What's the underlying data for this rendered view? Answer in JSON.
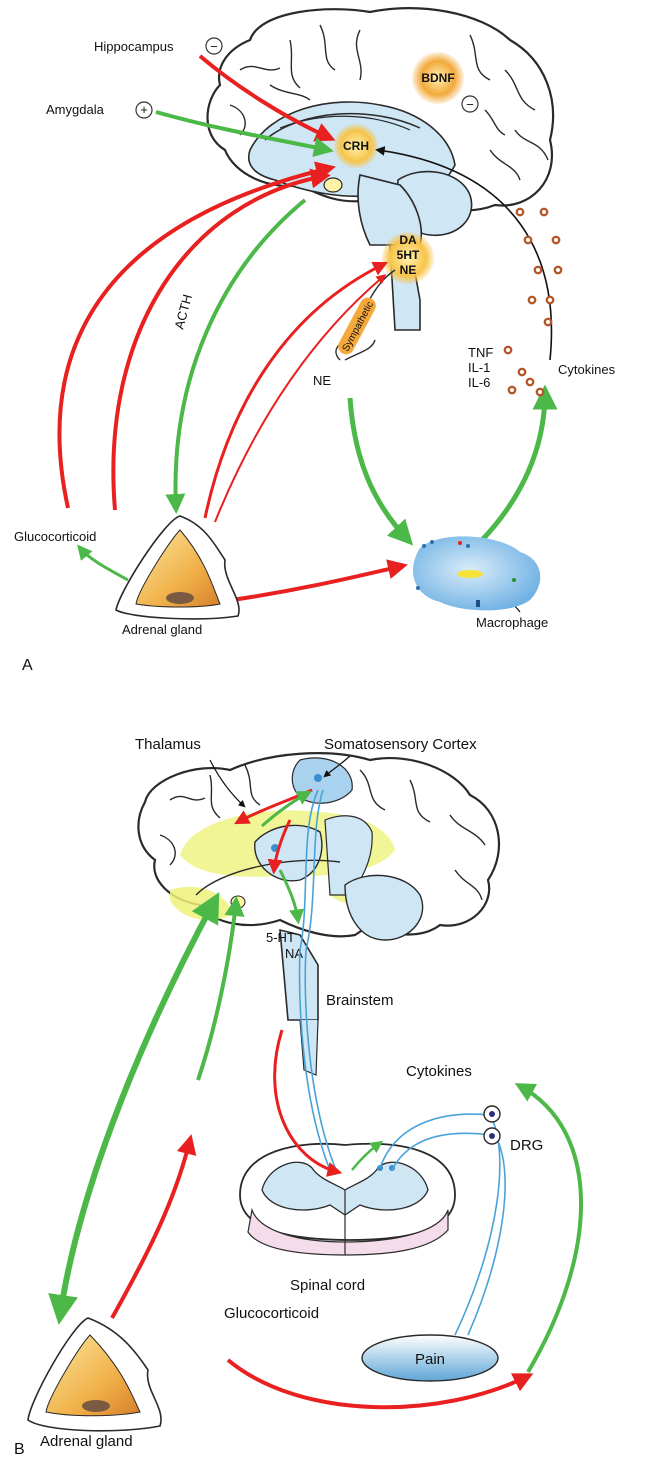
{
  "panel_a": {
    "letter": "A",
    "labels": {
      "hippocampus": "Hippocampus",
      "hippocampus_sign": "−",
      "amygdala": "Amygdala",
      "amygdala_sign": "+",
      "bdnf": "BDNF",
      "bdnf_sign": "−",
      "crh": "CRH",
      "da": "DA",
      "ht5": "5HT",
      "ne_node": "NE",
      "acth": "ACTH",
      "sympathetic": "Sympathetic",
      "ne": "NE",
      "tnf": "TNF",
      "il1": "IL-1",
      "il6": "IL-6",
      "cytokines": "Cytokines",
      "glucocorticoid": "Glucocorticoid",
      "adrenal_gland": "Adrenal gland",
      "macrophage": "Macrophage"
    }
  },
  "panel_b": {
    "letter": "B",
    "labels": {
      "thalamus": "Thalamus",
      "somatosensory_cortex": "Somatosensory Cortex",
      "ht5": "5-HT",
      "na": "NA",
      "brainstem": "Brainstem",
      "cytokines": "Cytokines",
      "drg": "DRG",
      "spinal_cord": "Spinal cord",
      "glucocorticoid": "Glucocorticoid",
      "pain": "Pain",
      "adrenal_gland": "Adrenal gland"
    }
  },
  "colors": {
    "stimulatory_red": "#e8201f",
    "green_pathway": "#4cb848",
    "brain_fill": "#cfe6f4",
    "brain_outline": "#2a2a2a",
    "node_gold": "#f7c44a",
    "cytokine_brown": "#b4582a",
    "highlight_yellow": "#eef27a"
  }
}
